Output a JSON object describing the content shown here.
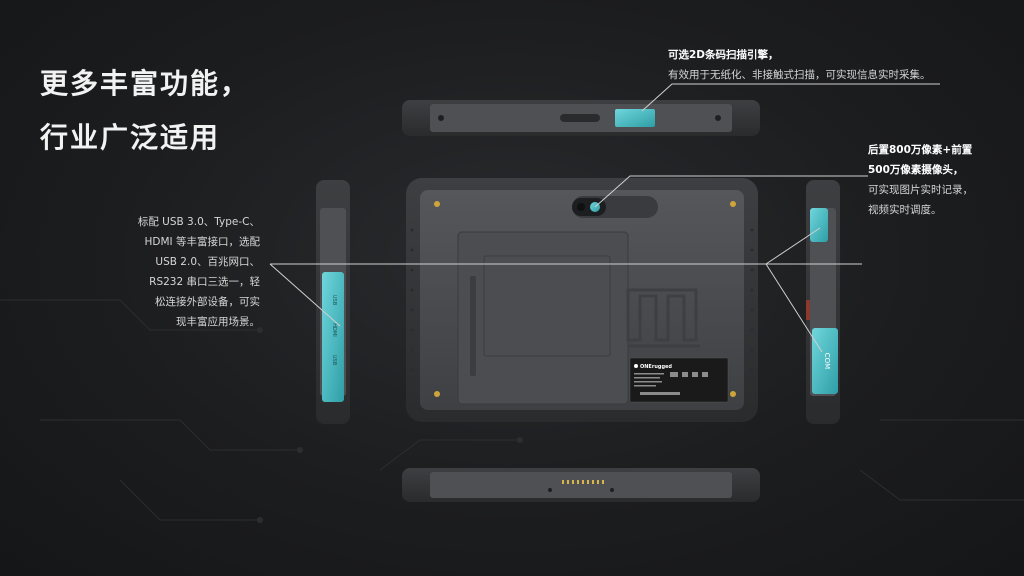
{
  "headline": {
    "line1": "更多丰富功能，",
    "line2": "行业广泛适用"
  },
  "callouts": {
    "scanner": {
      "title": "可选2D条码扫描引擎，",
      "body": "有效用于无纸化、非接触式扫描，可实现信息实时采集。"
    },
    "camera": {
      "line1": "后置800万像素+前置",
      "line2": "500万像素摄像头，",
      "line3": "可实现图片实时记录，",
      "line4": "视频实时调度。"
    },
    "ports": {
      "line1": "标配 USB 3.0、Type-C、",
      "line2": "HDMI 等丰富接口，选配",
      "line3": "USB 2.0、百兆网口、",
      "line4": "RS232 串口三选一，轻",
      "line5": "松连接外部设备，可实",
      "line6": "现丰富应用场景。"
    }
  },
  "device": {
    "brand": "ONErugged",
    "port_label": "COM",
    "left_port_labels": [
      "USB",
      "HDMI",
      "USB"
    ]
  },
  "colors": {
    "background": "#1c1d1f",
    "device_body": "#4a4b4e",
    "accent_cyan": "#4fc3c9",
    "text": "#e8e8e8"
  }
}
